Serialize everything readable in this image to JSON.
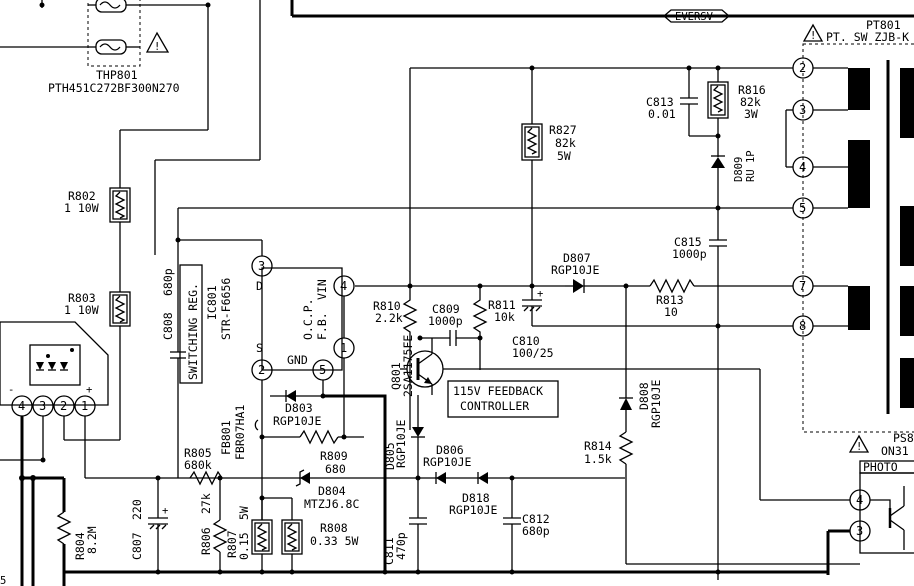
{
  "labels": {
    "eversv": "EVERSV",
    "pt801_ref": "PT801",
    "pt801_name": "PT. SW ZJB-K",
    "thp801_ref": "THP801",
    "thp801_part": "PTH451C272BF300N270",
    "r802_ref": "R802",
    "r802_val": "1 10W",
    "r803_ref": "R803",
    "r803_val": "1 10W",
    "r804_ref": "R804",
    "r804_val": "8.2M",
    "r805_ref": "R805",
    "r805_val": "680k",
    "r806_ref": "R806",
    "r806_val": "27k",
    "r807_ref": "R807",
    "r807_val1": "0.15",
    "r807_val2": "5W",
    "r808_ref": "R808",
    "r808_val": "0.33 5W",
    "r809_ref": "R809",
    "r809_val": "680",
    "r810_ref": "R810",
    "r810_val": "2.2k",
    "r811_ref": "R811",
    "r811_val": "10k",
    "r813_ref": "R813",
    "r813_val": "10",
    "r814_ref": "R814",
    "r814_val": "1.5k",
    "r816_ref": "R816",
    "r816_val1": "82k",
    "r816_val2": "3W",
    "r827_ref": "R827",
    "r827_val1": "82k",
    "r827_val2": "5W",
    "c807_ref": "C807",
    "c807_val": "220",
    "c808_ref": "C808",
    "c808_val": "680p",
    "c809_ref": "C809",
    "c809_val": "1000p",
    "c810_ref": "C810",
    "c810_val": "100/25",
    "c811_ref": "C811",
    "c811_val": "470p",
    "c812_ref": "C812",
    "c812_val": "680p",
    "c813_ref": "C813",
    "c813_val": "0.01",
    "c815_ref": "C815",
    "c815_val": "1000p",
    "d803_ref": "D803",
    "d803_part": "RGP10JE",
    "d804_ref": "D804",
    "d804_part": "MTZJ6.8C",
    "d805_ref": "D805",
    "d805_part": "RGP10JE",
    "d806_ref": "D806",
    "d806_part": "RGP10JE",
    "d807_ref": "D807",
    "d807_part": "RGP10JE",
    "d808_ref": "D808",
    "d808_part": "RGP10JE",
    "d809_ref": "D809",
    "d809_part": "RU 1P",
    "d818_ref": "D818",
    "d818_part": "RGP10JE",
    "q801_ref": "Q801",
    "q801_part": "2SA1175FE",
    "ic801_ref": "IC801",
    "ic801_part": "STR-F6656",
    "ic801_func": "SWITCHING REG.",
    "fb801_ref": "FB801",
    "fb801_part": "FBR07HA1",
    "pin_d": "D",
    "pin_s": "S",
    "pin_gnd": "GND",
    "pin_vin": "VIN",
    "pin_ocp": "O.C.P.",
    "pin_fb": "F.B.",
    "feedback_box": [
      "115V FEEDBACK",
      "CONTROLLER"
    ],
    "ps_ref": "PS8",
    "ps_part": "ON31",
    "photo": "PHOTO",
    "warning": "!",
    "pins": {
      "ic3": "3",
      "ic4": "4",
      "ic1": "1",
      "ic2": "2",
      "ic5": "5",
      "t2": "2",
      "t3": "3",
      "t4": "4",
      "t5": "5",
      "t7": "7",
      "t8": "8",
      "b4": "4",
      "b3": "3",
      "b2": "2",
      "b1": "1",
      "ps4": "4",
      "ps3": "3",
      "plus": "+",
      "minus": "-"
    },
    "edge_mark": "5"
  }
}
